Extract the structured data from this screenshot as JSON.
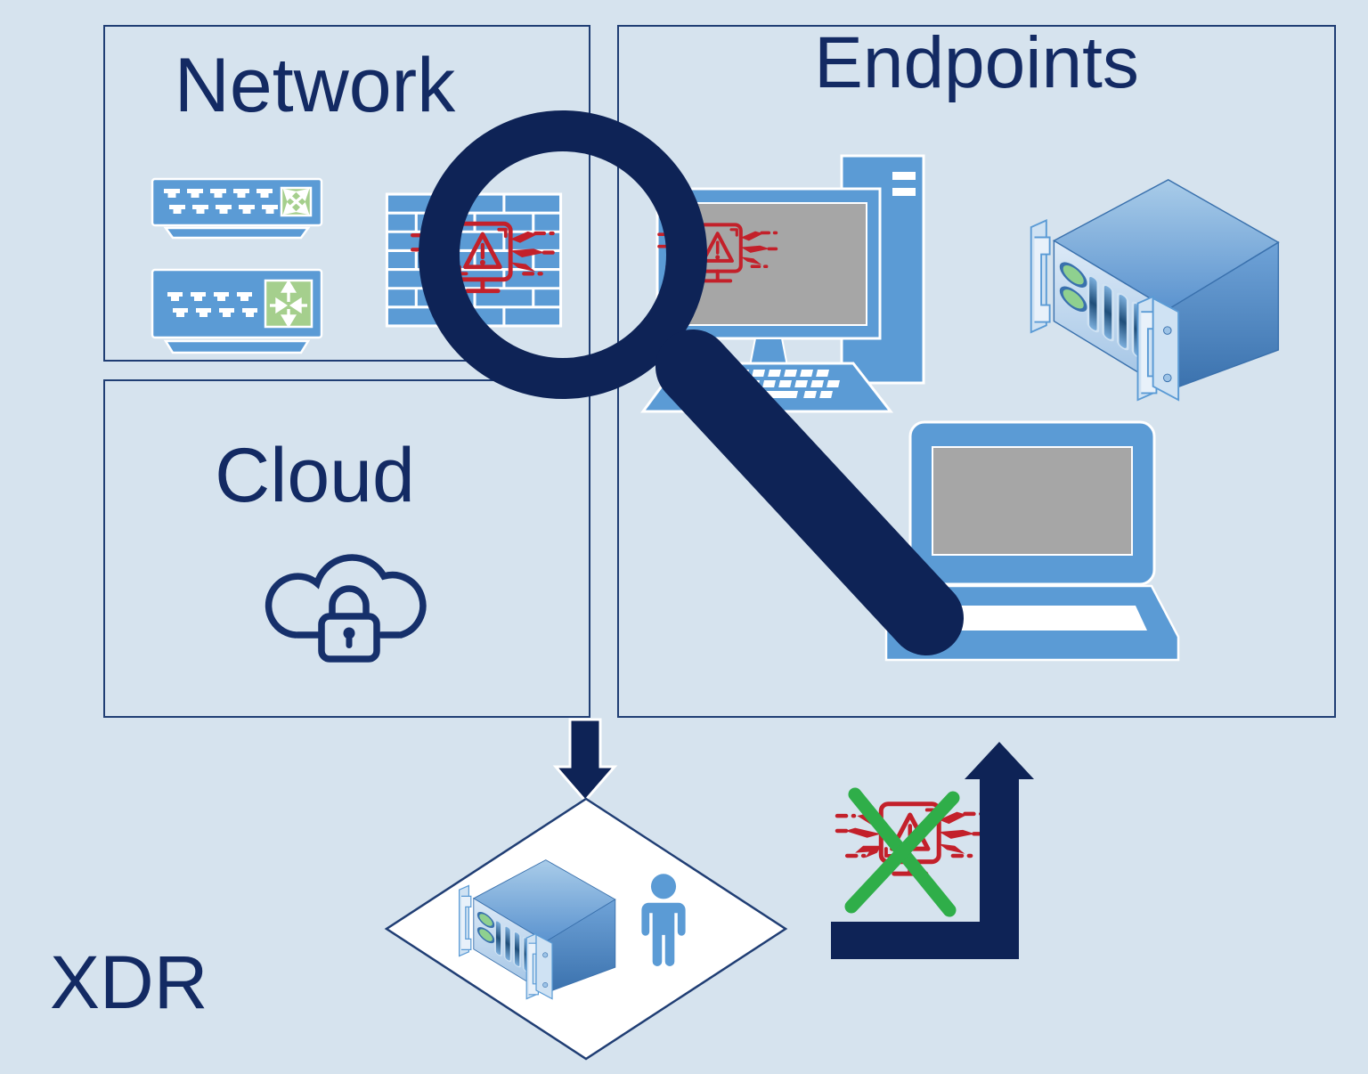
{
  "diagram": {
    "sections": [
      {
        "id": "network",
        "label": "Network"
      },
      {
        "id": "endpoints",
        "label": "Endpoints"
      },
      {
        "id": "cloud",
        "label": "Cloud"
      }
    ],
    "xdr_label": "XDR",
    "icons": [
      "network-switch-icon",
      "network-router-icon",
      "firewall-breach-icon",
      "desktop-computer-icon",
      "server-rack-icon",
      "laptop-icon",
      "cloud-security-icon",
      "magnifier-icon",
      "down-arrow-icon",
      "xdr-diamond",
      "xdr-server-icon",
      "analyst-person-icon",
      "blocked-threat-icon",
      "up-arrow-icon"
    ],
    "colors": {
      "background": "#d6e3ee",
      "box_border": "#203e74",
      "title_text": "#132a63",
      "device_blue": "#5b9bd5",
      "accent_green": "#a5cf8d",
      "screen_gray": "#a6a6a6",
      "alert_red": "#c3202a",
      "navy": "#0e2356",
      "block_green": "#2fae49",
      "diamond_fill": "#ffffff"
    }
  }
}
